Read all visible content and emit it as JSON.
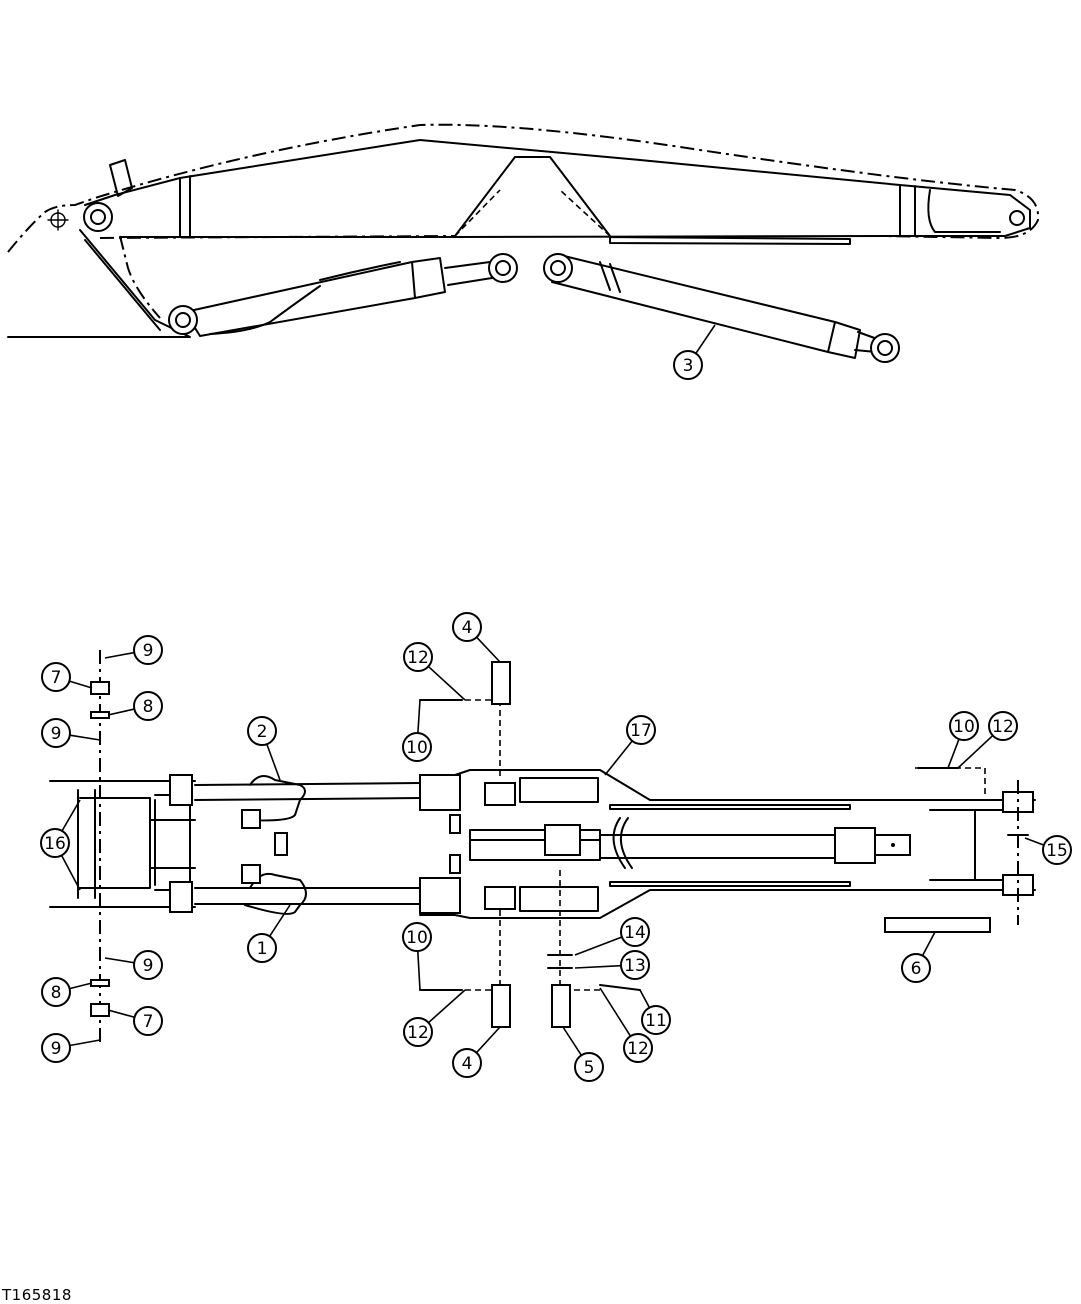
{
  "figure_id": "T165818",
  "callouts": [
    {
      "label": "3"
    },
    {
      "label": "9"
    },
    {
      "label": "7"
    },
    {
      "label": "8"
    },
    {
      "label": "9"
    },
    {
      "label": "16"
    },
    {
      "label": "9"
    },
    {
      "label": "8"
    },
    {
      "label": "7"
    },
    {
      "label": "9"
    },
    {
      "label": "2"
    },
    {
      "label": "1"
    },
    {
      "label": "4"
    },
    {
      "label": "12"
    },
    {
      "label": "10"
    },
    {
      "label": "10"
    },
    {
      "label": "12"
    },
    {
      "label": "4"
    },
    {
      "label": "17"
    },
    {
      "label": "14"
    },
    {
      "label": "13"
    },
    {
      "label": "11"
    },
    {
      "label": "12"
    },
    {
      "label": "5"
    },
    {
      "label": "10"
    },
    {
      "label": "12"
    },
    {
      "label": "15"
    },
    {
      "label": "6"
    }
  ]
}
